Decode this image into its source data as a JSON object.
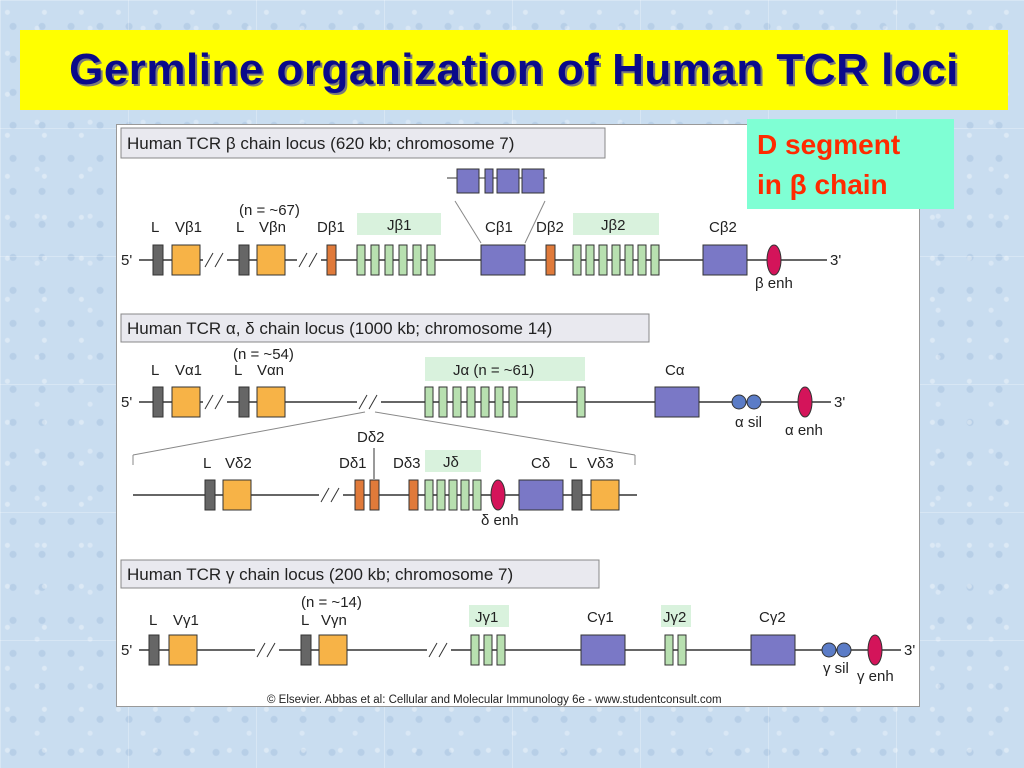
{
  "slide_title": "Germline organization of Human TCR loci",
  "callout": {
    "line1": "D segment",
    "line2": "in β chain"
  },
  "credit": "© Elsevier. Abbas et al: Cellular and Molecular Immunology 6e - www.studentconsult.com",
  "end5": "5'",
  "end3": "3'",
  "beta": {
    "heading": "Human TCR β chain locus (620 kb; chromosome 7)",
    "n_note": "(n = ~67)",
    "labels": {
      "L1": "L",
      "V1": "Vβ1",
      "L2": "L",
      "Vn": "Vβn",
      "D1": "Dβ1",
      "J1": "Jβ1",
      "C1": "Cβ1",
      "D2": "Dβ2",
      "J2": "Jβ2",
      "C2": "Cβ2",
      "enh": "β enh"
    }
  },
  "alpha_delta": {
    "heading": "Human TCR α, δ chain locus (1000 kb; chromosome 14)",
    "n_note": "(n = ~54)",
    "labels": {
      "L1": "L",
      "V1": "Vα1",
      "L2": "L",
      "Vn": "Vαn",
      "J": "Jα (n = ~61)",
      "C": "Cα",
      "sil": "α sil",
      "enh": "α enh"
    },
    "delta_labels": {
      "L1": "L",
      "V2": "Vδ2",
      "D1": "Dδ1",
      "D2": "Dδ2",
      "D3": "Dδ3",
      "J": "Jδ",
      "C": "Cδ",
      "L2": "L",
      "V3": "Vδ3",
      "enh": "δ enh"
    }
  },
  "gamma": {
    "heading": "Human TCR γ chain locus (200 kb; chromosome 7)",
    "n_note": "(n = ~14)",
    "labels": {
      "L1": "L",
      "V1": "Vγ1",
      "L2": "L",
      "Vn": "Vγn",
      "J1": "Jγ1",
      "C1": "Cγ1",
      "J2": "Jγ2",
      "C2": "Cγ2",
      "sil": "γ sil",
      "enh": "γ enh"
    }
  },
  "colors": {
    "title_bg": "#ffff00",
    "title_text": "#0a0a8a",
    "callout_bg": "#7fffd4",
    "callout_text": "#ff2a00",
    "V": "#f7b347",
    "C": "#7a78c6",
    "D": "#e07a3a",
    "J": "#b8e0b0",
    "J_label_bg": "#d9f2dd",
    "L": "#666666",
    "enh": "#d4145a",
    "sil": "#5b7cc7",
    "heading_bg": "#e9e9ef"
  }
}
